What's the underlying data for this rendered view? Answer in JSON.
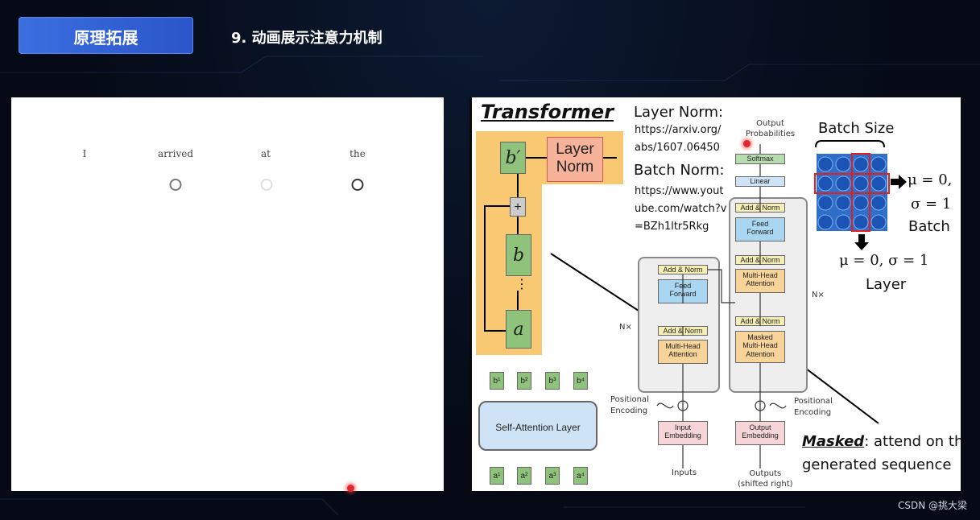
{
  "header": {
    "section_badge": "原理拓展",
    "title": "9. 动画展示注意力机制"
  },
  "animation": {
    "words": [
      "I",
      "arrived",
      "at",
      "the"
    ]
  },
  "transformer_slide": {
    "title": "Transformer",
    "layer_norm": {
      "label": "Layer Norm:",
      "url_lines": [
        "https://arxiv.org/",
        "abs/1607.06450"
      ]
    },
    "batch_norm": {
      "label": "Batch Norm:",
      "url_lines": [
        "https://www.yout",
        "ube.com/watch?v",
        "=BZh1ltr5Rkg"
      ]
    },
    "residual": {
      "b_prime": "b′",
      "layer_norm_box": [
        "Layer",
        "Norm"
      ],
      "plus": "+",
      "b": "b",
      "dots": "⋮",
      "a": "a"
    },
    "self_attention": {
      "label": "Self-Attention Layer",
      "outputs": [
        "b¹",
        "b²",
        "b³",
        "b⁴"
      ],
      "inputs": [
        "a¹",
        "a²",
        "a³",
        "a⁴"
      ]
    },
    "encoder": {
      "nx": "N×",
      "add_norm": "Add & Norm",
      "feed_forward": [
        "Feed",
        "Forward"
      ],
      "mha": [
        "Multi-Head",
        "Attention"
      ],
      "pos_enc": [
        "Positional",
        "Encoding"
      ],
      "embedding": [
        "Input",
        "Embedding"
      ],
      "inputs": "Inputs"
    },
    "decoder": {
      "nx": "N×",
      "output_probs": [
        "Output",
        "Probabilities"
      ],
      "softmax": "Softmax",
      "linear": "Linear",
      "add_norm": "Add & Norm",
      "feed_forward": [
        "Feed",
        "Forward"
      ],
      "mha": [
        "Multi-Head",
        "Attention"
      ],
      "masked_mha": [
        "Masked",
        "Multi-Head",
        "Attention"
      ],
      "pos_enc": [
        "Positional",
        "Encoding"
      ],
      "embedding": [
        "Output",
        "Embedding"
      ],
      "outputs": [
        "Outputs",
        "(shifted right)"
      ]
    },
    "batch": {
      "title": "Batch Size",
      "batch_stats": [
        "μ = 0,",
        "σ = 1",
        "Batch"
      ],
      "layer_stats": [
        "μ = 0, σ = 1",
        "Layer"
      ]
    },
    "masked_note": {
      "bold": "Masked",
      "rest": ": attend on the",
      "line2": "generated sequence"
    }
  },
  "credit": "CSDN @挑大梁",
  "colors": {
    "badge": "#3a6fe0",
    "orange_bg": "#f9c872",
    "green": "#8fc27a",
    "salmon": "#f7b39a",
    "blue_box": "#a9d6f0",
    "yellow_box": "#f5efb5",
    "pink_box": "#f6d5d8"
  }
}
